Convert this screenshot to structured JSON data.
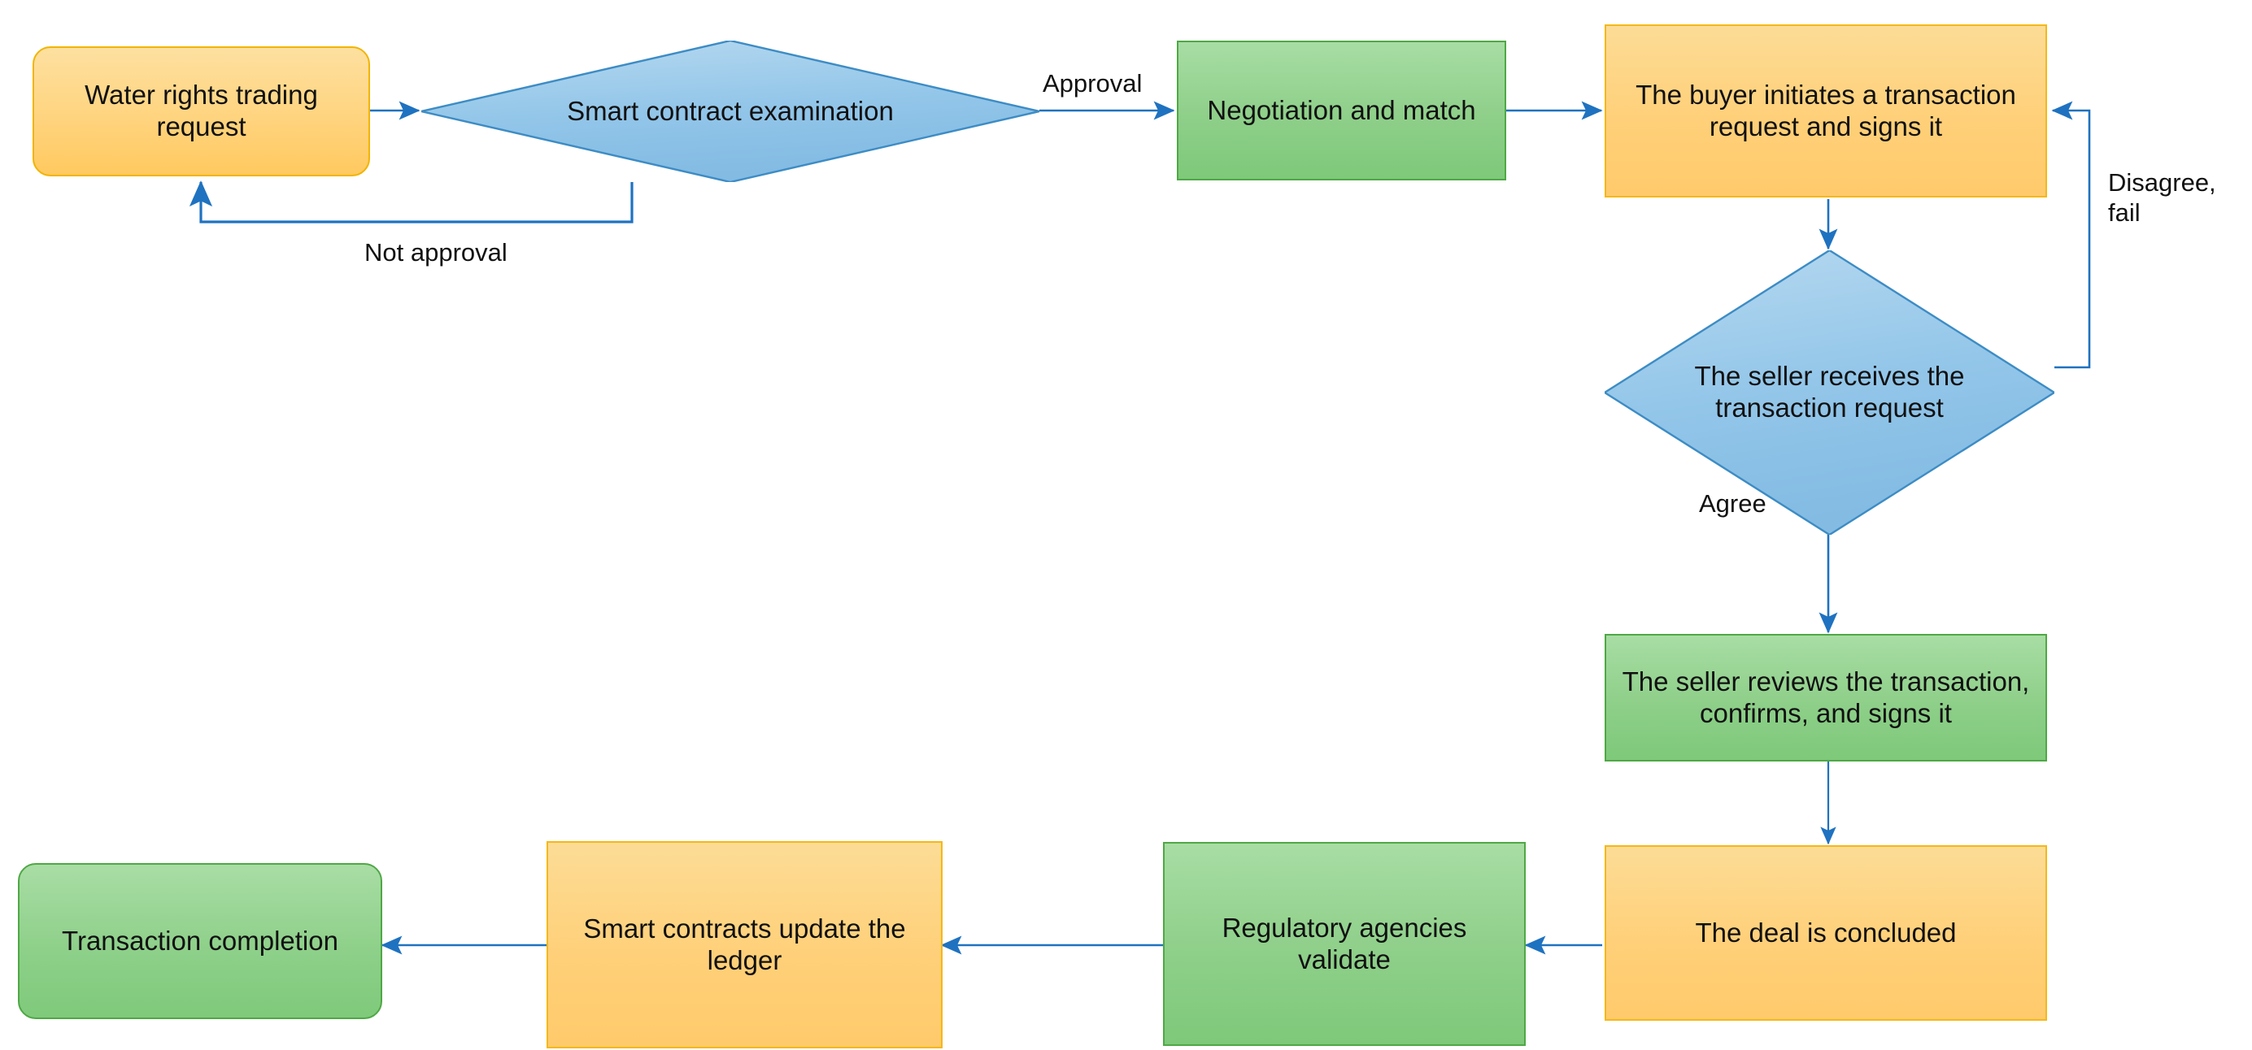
{
  "diagram": {
    "title": "Water rights trading smart contract flowchart",
    "type": "flowchart",
    "colors": {
      "orange_fill": "#ffd079",
      "orange_border": "#f5b817",
      "green_fill": "#8ecf89",
      "green_border": "#4fa845",
      "blue_fill": "#8ec3e8",
      "blue_border": "#3d8cc4",
      "connector": "#1f72c0",
      "text": "#111111",
      "background": "#ffffff"
    }
  },
  "nodes": {
    "water_rights_trading_request": {
      "label": "Water rights trading request",
      "shape": "rounded-rectangle",
      "color": "orange"
    },
    "smart_contract_examination": {
      "label": "Smart contract examination",
      "shape": "diamond",
      "color": "blue"
    },
    "negotiation_and_match": {
      "label": "Negotiation and match",
      "shape": "rectangle",
      "color": "green"
    },
    "buyer_initiates_transaction": {
      "label": "The buyer initiates a transaction request and signs it",
      "shape": "rectangle",
      "color": "orange"
    },
    "seller_receives_request": {
      "label": "The seller receives the transaction request",
      "shape": "diamond",
      "color": "blue"
    },
    "seller_reviews_transaction": {
      "label": "The seller reviews the transaction, confirms, and signs it",
      "shape": "rectangle",
      "color": "green"
    },
    "deal_is_concluded": {
      "label": "The deal is concluded",
      "shape": "rectangle",
      "color": "orange"
    },
    "regulatory_agencies_validate": {
      "label": "Regulatory agencies validate",
      "shape": "rectangle",
      "color": "green"
    },
    "smart_contracts_update_ledger": {
      "label": "Smart contracts update the ledger",
      "shape": "rectangle",
      "color": "orange"
    },
    "transaction_completion": {
      "label": "Transaction completion",
      "shape": "rounded-rectangle",
      "color": "green"
    }
  },
  "edge_labels": {
    "not_approval": "Not approval",
    "approval": "Approval",
    "disagree_fail": "Disagree,\nfail",
    "agree": "Agree"
  },
  "edges": [
    {
      "from": "water_rights_trading_request",
      "to": "smart_contract_examination",
      "label": ""
    },
    {
      "from": "smart_contract_examination",
      "to": "water_rights_trading_request",
      "label": "Not approval"
    },
    {
      "from": "smart_contract_examination",
      "to": "negotiation_and_match",
      "label": "Approval"
    },
    {
      "from": "negotiation_and_match",
      "to": "buyer_initiates_transaction",
      "label": ""
    },
    {
      "from": "buyer_initiates_transaction",
      "to": "seller_receives_request",
      "label": ""
    },
    {
      "from": "seller_receives_request",
      "to": "buyer_initiates_transaction",
      "label": "Disagree, fail"
    },
    {
      "from": "seller_receives_request",
      "to": "seller_reviews_transaction",
      "label": "Agree"
    },
    {
      "from": "seller_reviews_transaction",
      "to": "deal_is_concluded",
      "label": ""
    },
    {
      "from": "deal_is_concluded",
      "to": "regulatory_agencies_validate",
      "label": ""
    },
    {
      "from": "regulatory_agencies_validate",
      "to": "smart_contracts_update_ledger",
      "label": ""
    },
    {
      "from": "smart_contracts_update_ledger",
      "to": "transaction_completion",
      "label": ""
    }
  ]
}
